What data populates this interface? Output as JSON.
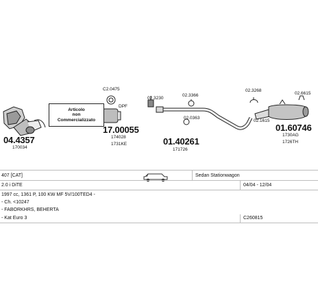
{
  "parts": {
    "catalyst": {
      "code": "04.4357",
      "ref": "170034"
    },
    "note": {
      "line1": "Articolo",
      "line2": "non",
      "line3": "Commercializzato"
    },
    "dpf_small": {
      "code": "C2.0475",
      "label": "DPF"
    },
    "dpf": {
      "code": "17.00055",
      "ref1": "174028",
      "ref2": "1731KE"
    },
    "clamp1": {
      "code": "02.3230"
    },
    "mount1": {
      "code": "02.3366"
    },
    "mount2": {
      "code": "02.0363"
    },
    "middle": {
      "code": "01.40261",
      "ref": "171726"
    },
    "clamp2": {
      "code": "02.3268"
    },
    "clamp3": {
      "code": "02.6615"
    },
    "clamp4": {
      "code": "02.1615"
    },
    "rear": {
      "code": "01.60746",
      "ref1": "1730AG",
      "ref2": "1726TH"
    }
  },
  "info": {
    "model": "407 [CAT]",
    "body_type": "Sedan Stationwagon",
    "engine": "2.0 i DiTE",
    "years": "04/04 - 12/04",
    "specs": "1997 cc, 1361 P, 100 KW MF 5V/100TED4 -",
    "chassis": "- Ch. <10247",
    "maker": "- FABORKHRS, BEHERTA",
    "emission": "- Kat Euro 3",
    "catalog_code": "C260815"
  }
}
